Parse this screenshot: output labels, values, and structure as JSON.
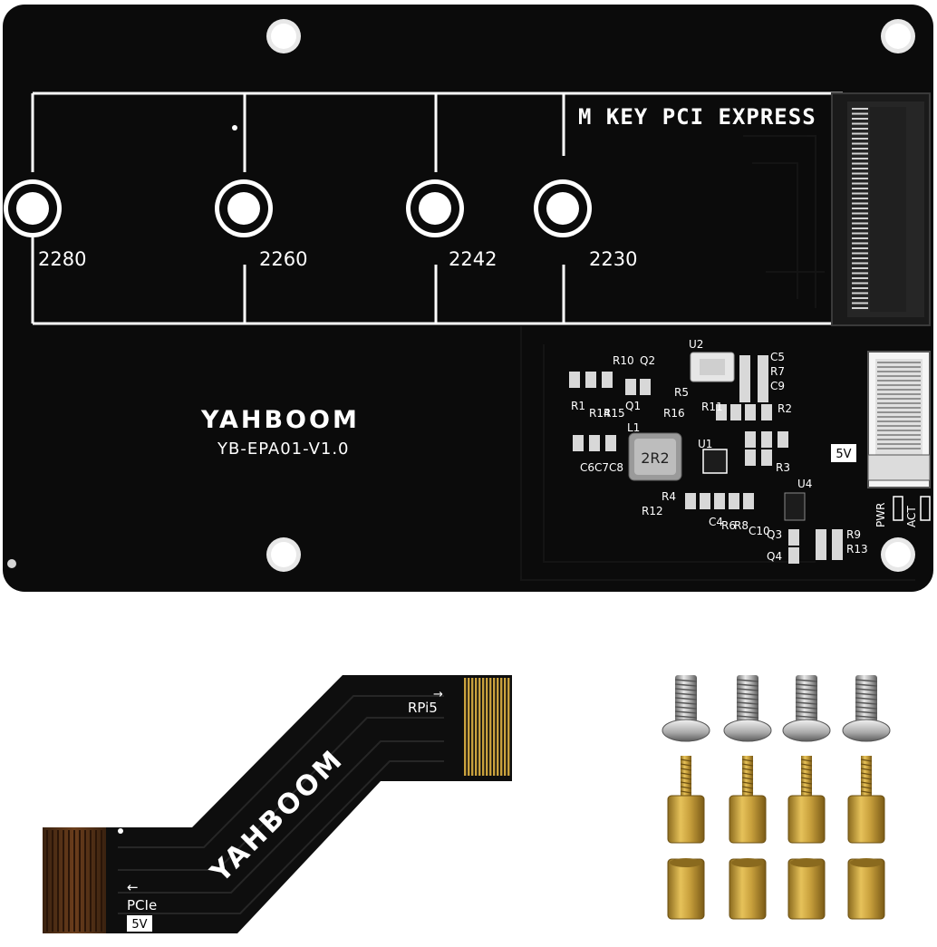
{
  "board": {
    "slot_header": "M KEY PCI EXPRESS",
    "sizes": [
      "2280",
      "2260",
      "2242",
      "2230"
    ],
    "brand": "YAHBOOM",
    "model": "YB-EPA01-V1.0",
    "inductor_marking": "2R2",
    "power_label": "5V",
    "leds": [
      "PWR",
      "ACT"
    ],
    "components": [
      "U2",
      "C5",
      "R7",
      "C9",
      "R10",
      "Q2",
      "R5",
      "R11",
      "R2",
      "Q1",
      "R1",
      "R14",
      "R15",
      "R16",
      "L1",
      "U1",
      "C8",
      "C7",
      "C6",
      "R3",
      "U4",
      "R4",
      "R12",
      "C4",
      "R6",
      "R8",
      "C10",
      "Q3",
      "R9",
      "Q4",
      "R13"
    ],
    "colors": {
      "pcb": "#0b0b0b",
      "silkscreen": "#ffffff",
      "gold": "#c9a13d"
    }
  },
  "cable": {
    "label_top": "RPi5",
    "label_bottom": "PCIe",
    "power_label": "5V",
    "brand": "YAHBOOM"
  },
  "hardware": {
    "screw_count": 4,
    "long_standoff_count": 4,
    "short_standoff_count": 4
  }
}
